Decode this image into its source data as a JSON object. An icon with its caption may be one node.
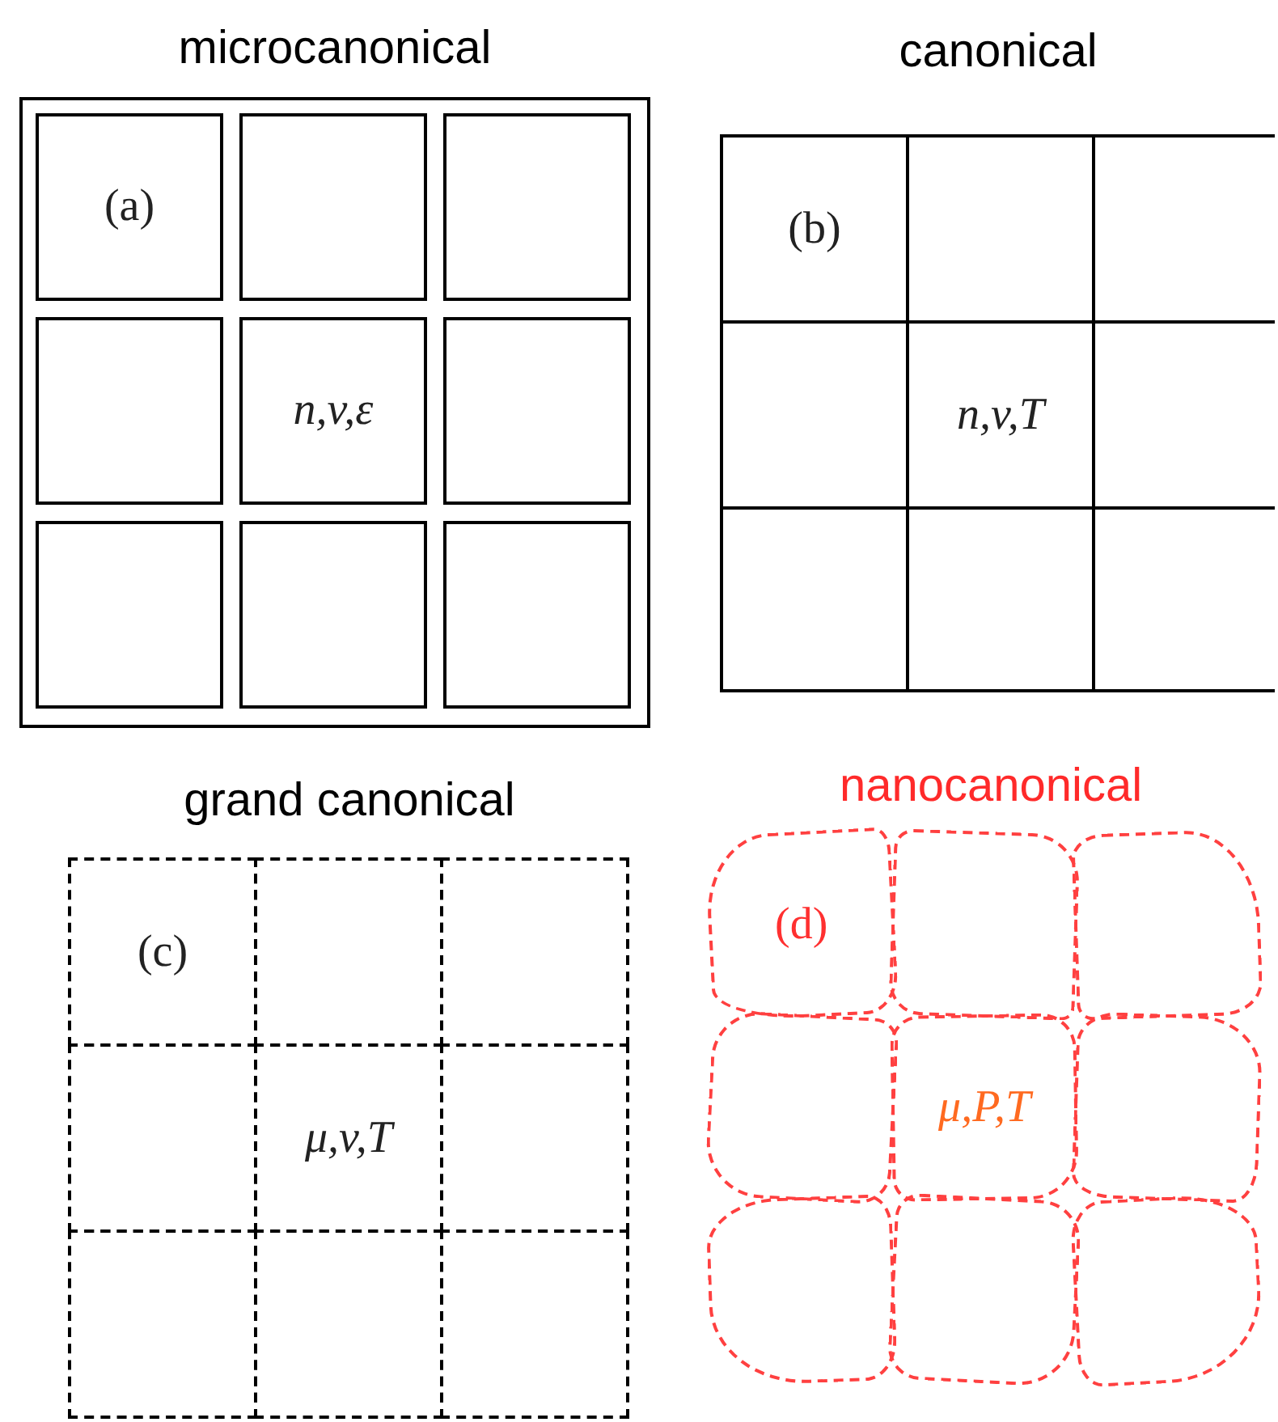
{
  "diagram": {
    "nodes": [
      {
        "text": [
          "microcanonical"
        ]
      },
      {
        "text": [
          "(a)"
        ],
        "in": 0
      },
      {
        "text": [],
        "shape": "box",
        "in": 0
      },
      {
        "text": [],
        "shape": "box",
        "in": 0
      },
      {
        "text": [],
        "shape": "box",
        "in": 0
      },
      {
        "text": [
          "n,v,ε"
        ],
        "in": 0
      },
      {
        "text": [],
        "shape": "box",
        "in": 0
      },
      {
        "text": [],
        "shape": "box",
        "in": 0
      },
      {
        "text": [],
        "shape": "box",
        "in": 0
      },
      {
        "text": [],
        "shape": "box",
        "in": 0
      },
      {
        "text": [
          "canonical"
        ]
      },
      {
        "text": [
          "(b)"
        ],
        "in": 10
      },
      {
        "text": [],
        "shape": "box",
        "in": 10
      },
      {
        "text": [],
        "shape": "box",
        "in": 10
      },
      {
        "text": [],
        "shape": "box",
        "in": 10
      },
      {
        "text": [
          "n,v,T"
        ],
        "in": 10
      },
      {
        "text": [],
        "shape": "box",
        "in": 10
      },
      {
        "text": [],
        "shape": "box",
        "in": 10
      },
      {
        "text": [],
        "shape": "box",
        "in": 10
      },
      {
        "text": [],
        "shape": "box",
        "in": 10
      },
      {
        "text": [
          "grand  canonical"
        ]
      },
      {
        "text": [
          "(c)"
        ],
        "in": 20
      },
      {
        "text": [],
        "shape": "box",
        "in": 20
      },
      {
        "text": [],
        "shape": "box",
        "in": 20
      },
      {
        "text": [],
        "shape": "box",
        "in": 20
      },
      {
        "text": [
          "μ,v,T"
        ],
        "in": 20
      },
      {
        "text": [],
        "shape": "box",
        "in": 20
      },
      {
        "text": [],
        "shape": "box",
        "in": 20
      },
      {
        "text": [],
        "shape": "box",
        "in": 20
      },
      {
        "text": [],
        "shape": "box",
        "in": 20
      },
      {
        "text": [
          "nanocanonical"
        ]
      },
      {
        "text": [
          "(d)"
        ],
        "in": 30
      },
      {
        "text": [],
        "shape": "box",
        "in": 30
      },
      {
        "text": [],
        "shape": "box",
        "in": 30
      },
      {
        "text": [],
        "shape": "box",
        "in": 30
      },
      {
        "text": [
          "μ,P,T"
        ],
        "in": 30
      },
      {
        "text": [],
        "shape": "box",
        "in": 30
      },
      {
        "text": [],
        "shape": "box",
        "in": 30
      },
      {
        "text": [],
        "shape": "box",
        "in": 30
      },
      {
        "text": [],
        "shape": "box",
        "in": 30
      }
    ]
  }
}
